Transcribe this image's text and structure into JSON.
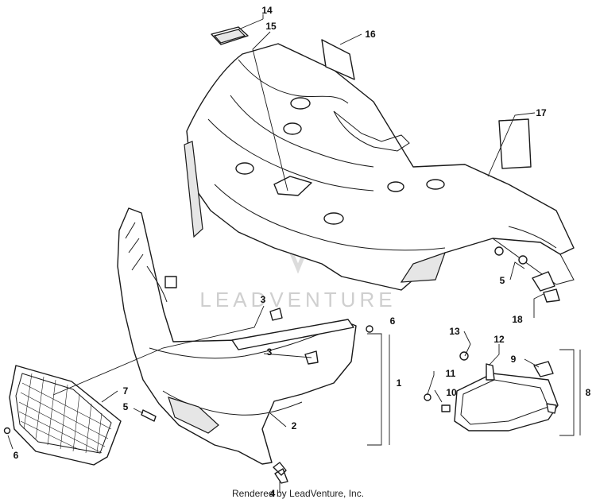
{
  "watermark": {
    "text": "LEADVENTURE"
  },
  "footer": {
    "text": "Rendered by LeadVenture, Inc."
  },
  "callouts": [
    "14",
    "15",
    "16",
    "17",
    "5",
    "18",
    "3",
    "6",
    "3",
    "1",
    "13",
    "12",
    "9",
    "11",
    "10",
    "8",
    "7",
    "5",
    "2",
    "6",
    "4"
  ]
}
